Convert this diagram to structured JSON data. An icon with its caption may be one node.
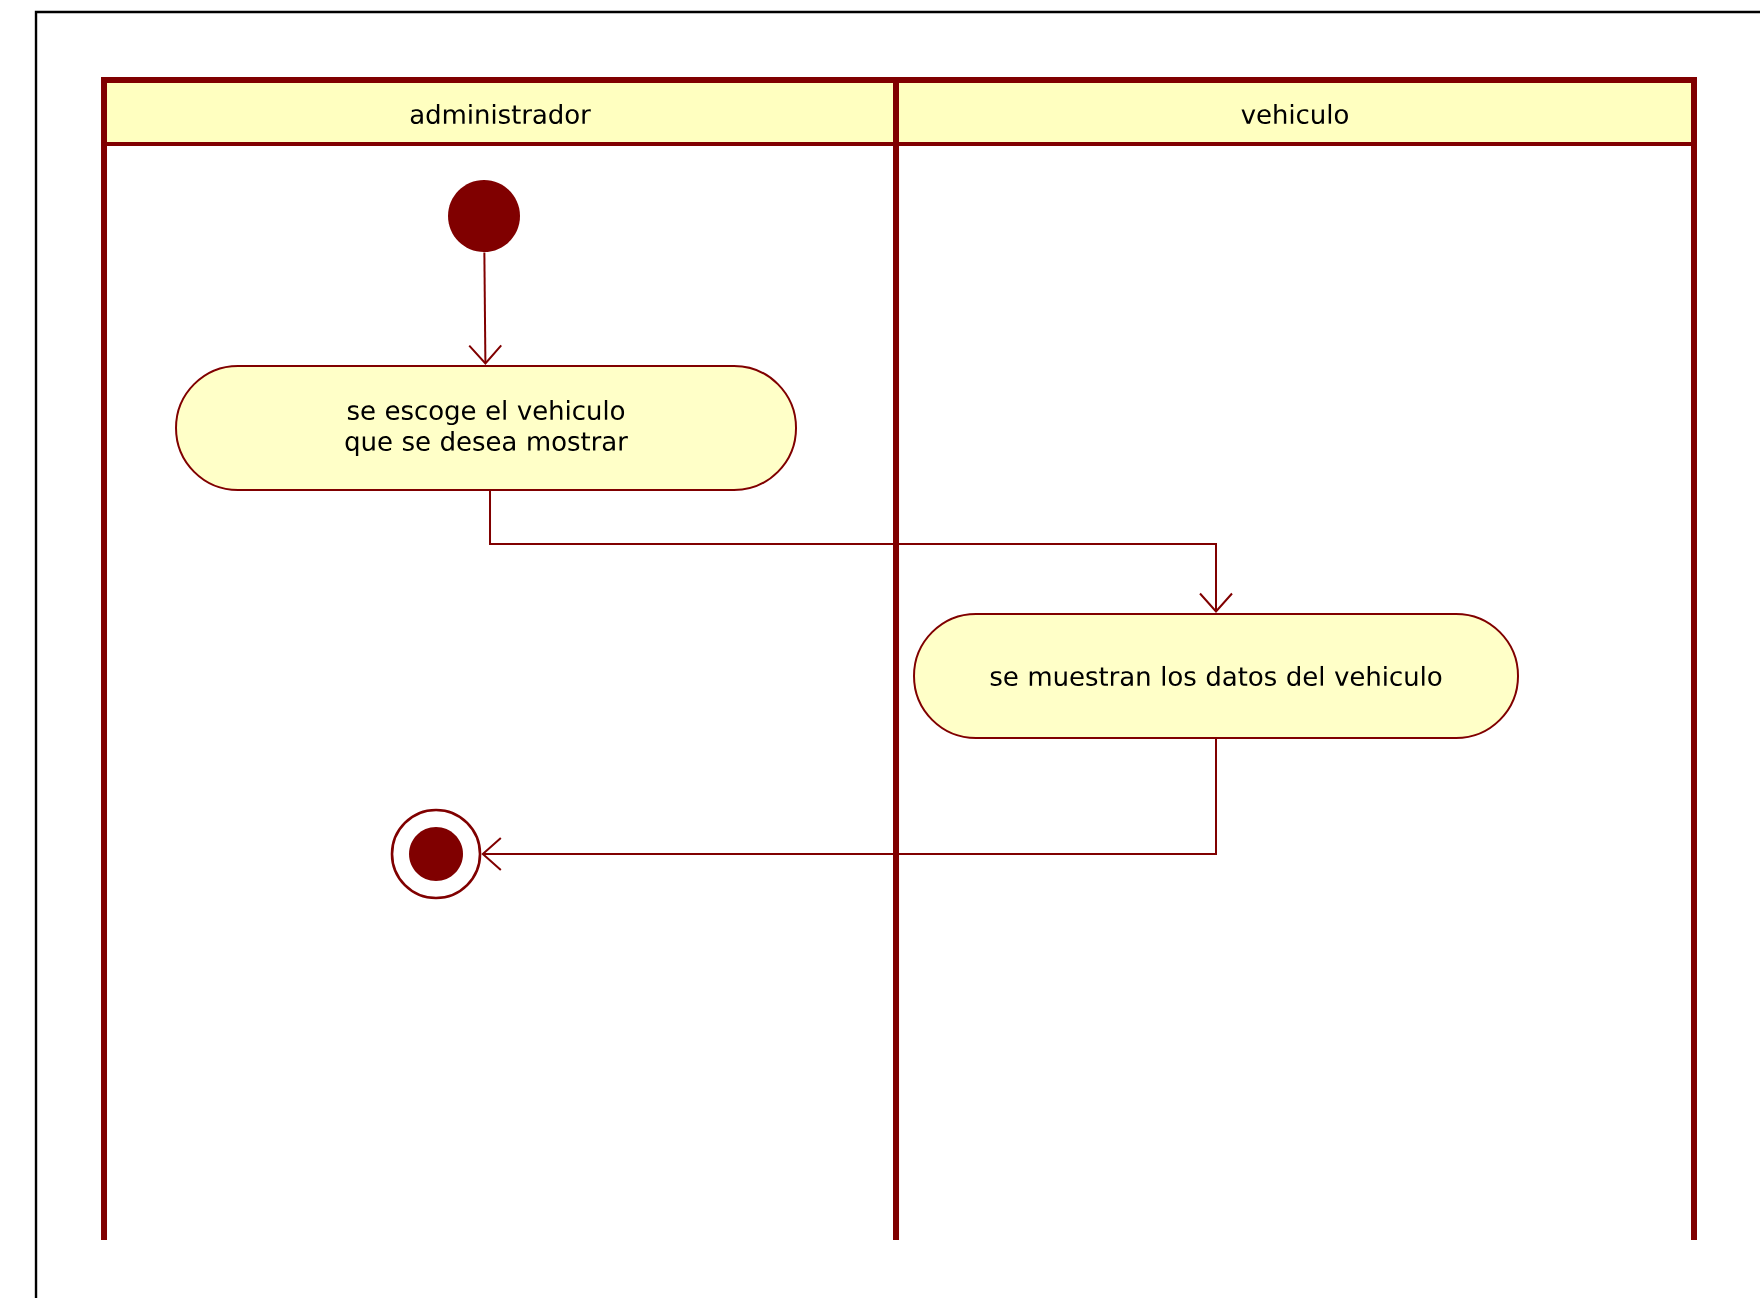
{
  "diagram": {
    "nodes": [
      {
        "text": [
          "administrador"
        ]
      },
      {
        "text": [
          "vehiculo"
        ]
      },
      {
        "text": [],
        "shape": "circle",
        "in": 0
      },
      {
        "text": [
          "se escoge el vehiculo que se desea mostrar"
        ],
        "in": 0
      },
      {
        "text": [
          "se muestran los datos del vehiculo"
        ],
        "in": 1
      },
      {
        "text": [],
        "shape": "circle",
        "in": 0
      }
    ],
    "edges": [
      {
        "from": 2,
        "to": 3,
        "arrow": "to"
      },
      {
        "from": 3,
        "to": 4,
        "arrow": "to"
      },
      {
        "from": 4,
        "to": 5,
        "arrow": "to"
      }
    ]
  }
}
